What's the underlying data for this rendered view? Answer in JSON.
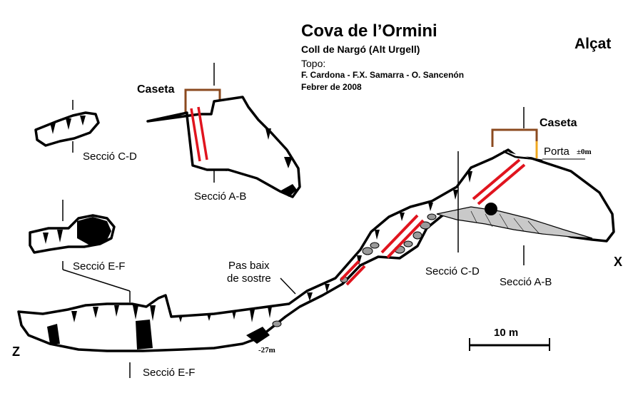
{
  "header": {
    "title": "Cova de l’Ormini",
    "subtitle": "Coll de Nargó (Alt Urgell)",
    "topo_label": "Topo:",
    "authors": "F. Cardona - F.X. Samarra - O. Sancenón",
    "date": "Febrer de 2008"
  },
  "view_label": "Alçat",
  "labels": {
    "caseta_top": "Caseta",
    "caseta_right": "Caseta",
    "porta": "Porta",
    "zero_level": "±0m",
    "depth": "-27m",
    "pas_baix_line1": "Pas baix",
    "pas_baix_line2": "de sostre",
    "end_left": "Z",
    "end_right": "X",
    "scale": "10 m"
  },
  "sections": {
    "cd_inset": "Secció C-D",
    "ab_inset": "Secció A-B",
    "ef_inset": "Secció E-F",
    "cd_profile": "Secció C-D",
    "ab_profile": "Secció A-B",
    "ef_profile": "Secció E-F"
  },
  "colors": {
    "ink": "#000000",
    "red": "#e0141e",
    "hut": "#8b4a1f",
    "door": "#f0a820",
    "sediment": "#c9c9c9"
  }
}
